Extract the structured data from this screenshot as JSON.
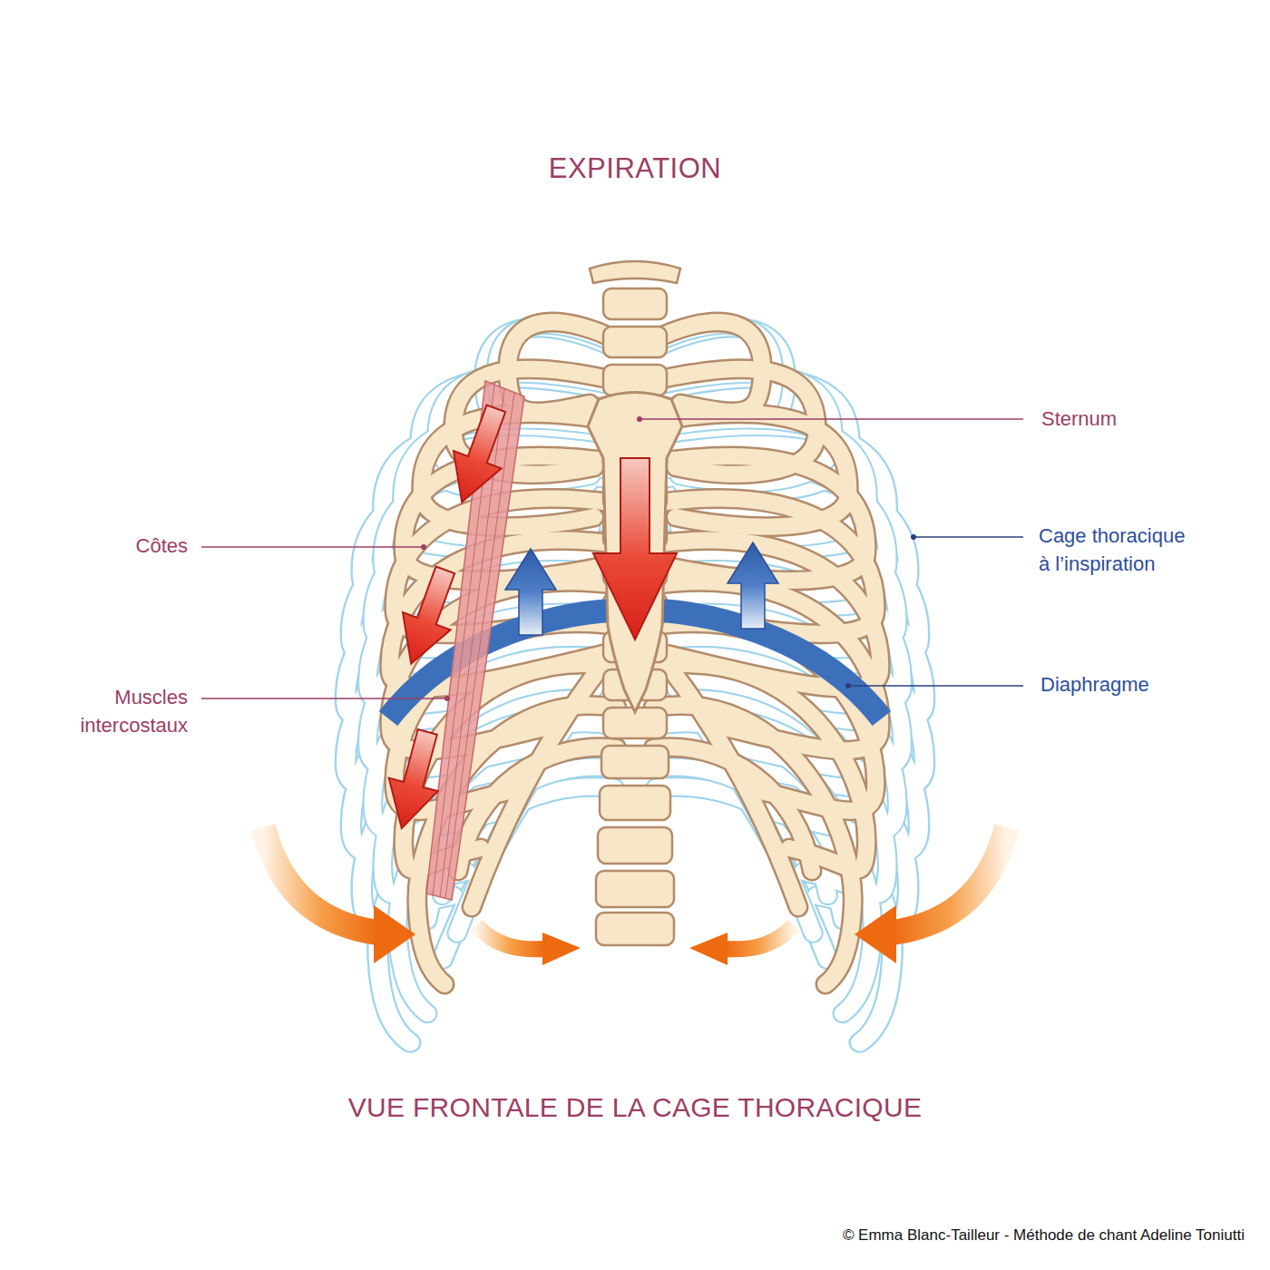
{
  "diagram": {
    "title": "EXPIRATION",
    "caption": "VUE FRONTALE DE LA CAGE THORACIQUE",
    "labels": [
      "Sternum",
      "Côtes",
      "Cage thoracique à l’inspiration",
      "Muscles intercostaux",
      "Diaphragme",
      "© Emma Blanc-Tailleur - Méthode de chant Adeline Toniutti"
    ]
  }
}
